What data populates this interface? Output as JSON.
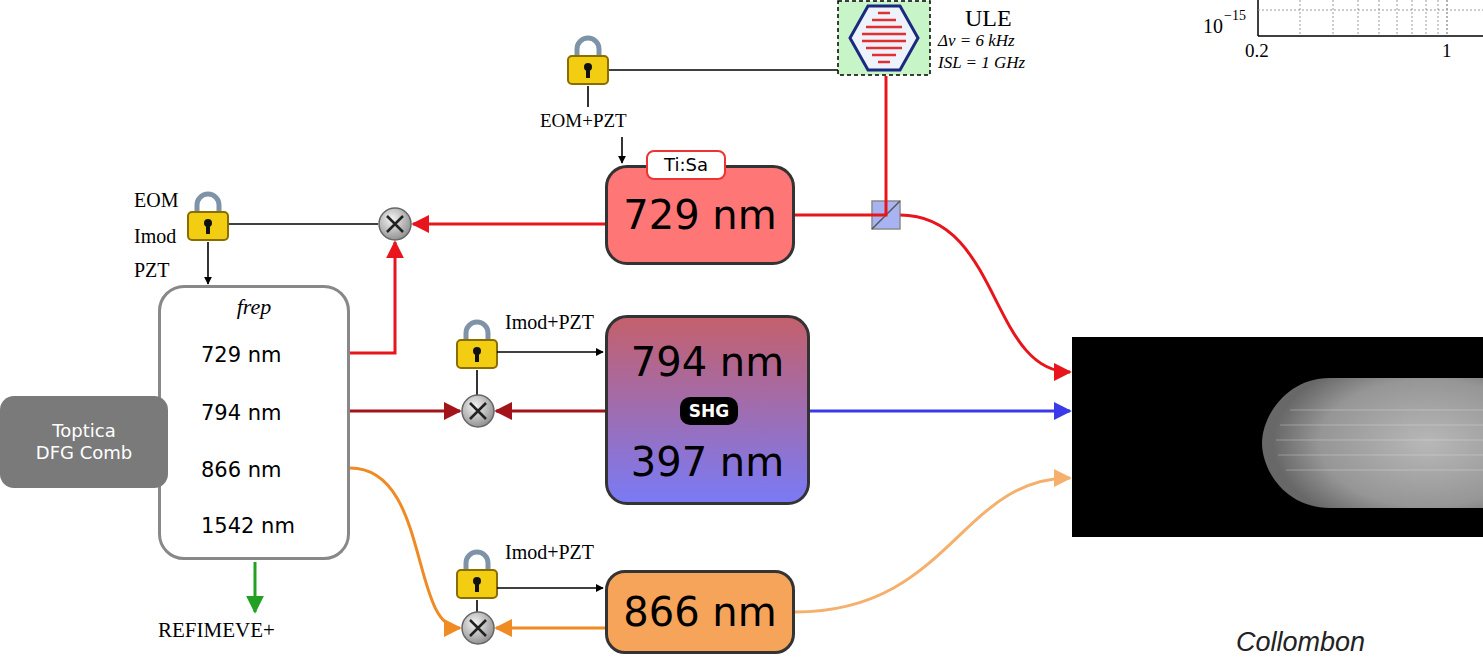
{
  "diagram": {
    "nodes": [
      {
        "text": [
          "ULE",
          "Δν = 6 kHz",
          "ISL = 1 GHz"
        ]
      },
      {
        "text": [
          "729 nm"
        ]
      },
      {
        "text": [
          "Ti:Sa"
        ],
        "in": 1
      },
      {
        "text": [
          "Toptica DFG Comb"
        ]
      },
      {
        "text": [
          "frep",
          "729 nm",
          "794 nm",
          "866 nm",
          "1542 nm"
        ]
      },
      {
        "text": [
          "794 nm",
          "397 nm"
        ]
      },
      {
        "text": [
          "SHG"
        ],
        "in": 5
      },
      {
        "text": [
          "866 nm"
        ]
      }
    ],
    "edges": [
      {
        "from": 1,
        "to": 0,
        "arrow": "none"
      }
    ],
    "labels": [
      "10",
      "−15",
      "0.2",
      "1",
      "EOM+PZT",
      "EOM",
      "Imod",
      "PZT",
      "Imod+PZT",
      "Imod+PZT",
      "REFIMEVE+",
      "Collombon"
    ]
  }
}
